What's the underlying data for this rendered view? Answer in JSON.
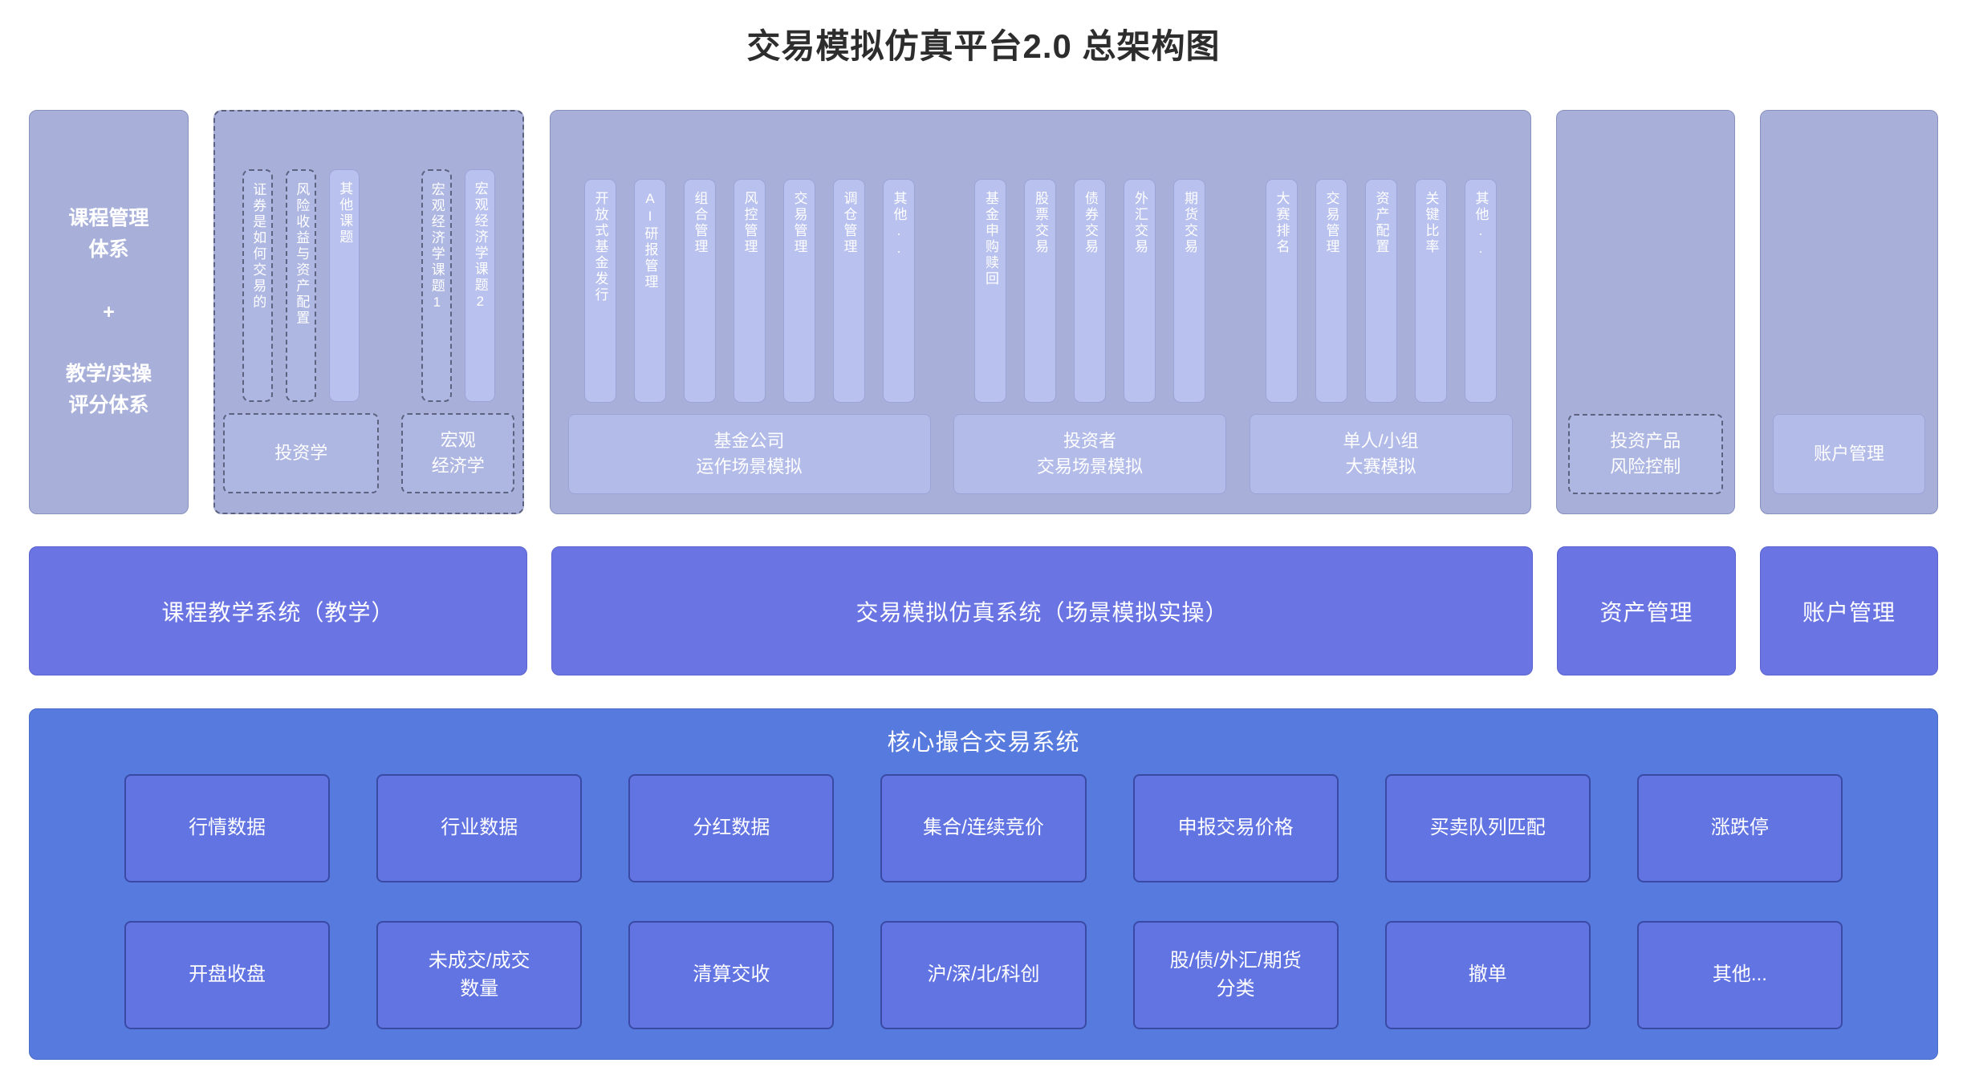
{
  "title": "交易模拟仿真平台2.0 总架构图",
  "colors": {
    "panel_light": "#a8b0da",
    "strip_solid": "#b9c1ee",
    "strip_dashed": "#aeb6e2",
    "dashed_border": "#5c6280",
    "system_purple": "#6a75e3",
    "core_blue": "#567add",
    "cell_blue": "#6274e2",
    "cell_border": "#3a4aa4",
    "text_white": "#ffffff",
    "title_dark": "#2d2d2d"
  },
  "top": {
    "course": {
      "label": "课程管理\n体系\n\n+\n\n教学/实操\n评分体系"
    },
    "teaching": {
      "strips1": [
        "证券是如何交易的",
        "风险收益与资产配置",
        "其他课题"
      ],
      "footer1": "投资学",
      "strips2": [
        "宏观经济学课题1",
        "宏观经济学课题2"
      ],
      "footer2": "宏观\n经济学"
    },
    "sim": {
      "g1": {
        "strips": [
          "开放式基金发行",
          "AI研报管理",
          "组合管理",
          "风控管理",
          "交易管理",
          "调仓管理",
          "其他.."
        ],
        "footer": "基金公司\n运作场景模拟"
      },
      "g2": {
        "strips": [
          "基金申购赎回",
          "股票交易",
          "债券交易",
          "外汇交易",
          "期货交易"
        ],
        "footer": "投资者\n交易场景模拟"
      },
      "g3": {
        "strips": [
          "大赛排名",
          "交易管理",
          "资产配置",
          "关键比率",
          "其他.."
        ],
        "footer": "单人/小组\n大赛模拟"
      }
    },
    "risk": {
      "footer": "投资产品\n风险控制"
    },
    "account": {
      "footer": "账户管理"
    }
  },
  "systems": [
    "课程教学系统（教学）",
    "交易模拟仿真系统（场景模拟实操）",
    "资产管理",
    "账户管理"
  ],
  "core": {
    "title": "核心撮合交易系统",
    "cells": [
      "行情数据",
      "行业数据",
      "分红数据",
      "集合/连续竞价",
      "申报交易价格",
      "买卖队列匹配",
      "涨跌停",
      "开盘收盘",
      "未成交/成交\n数量",
      "清算交收",
      "沪/深/北/科创",
      "股/债/外汇/期货\n分类",
      "撤单",
      "其他..."
    ]
  }
}
